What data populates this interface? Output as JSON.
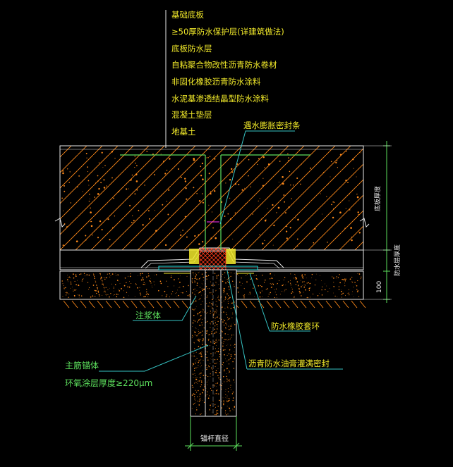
{
  "layer_labels": [
    "基础底板",
    "≥50厚防水保护层(详建筑做法)",
    "底板防水层",
    "自粘聚合物改性沥青防水卷材",
    "非固化橡胶沥青防水涂料",
    "水泥基渗透结晶型防水涂料",
    "混凝土垫层",
    "地基土"
  ],
  "callouts": {
    "water_swelling_strip": "遇水膨胀密封条",
    "grout_body": "注浆体",
    "anchor_ring": "防水橡胶套环",
    "asphalt_seal": "沥青防水油膏灌满密封",
    "rebar_line1": "主筋锚体",
    "rebar_line2": "环氧涂层厚度≥220μm"
  },
  "dimensions": {
    "slab_thickness": "底板厚度",
    "protect_layer": "防水层厚度",
    "cushion": "100",
    "anchor_diameter": "锚杆直径"
  },
  "colors": {
    "background": "#000000",
    "outline": "#e8e8e8",
    "leader": "#36c4c4",
    "label_yellow": "#f2ea2a",
    "label_green": "#5de05d",
    "hatch_orange": "#ff8a1a",
    "seal_red": "#ff3c1a",
    "cyan": "#24e0e0",
    "magenta": "#ff30ff"
  }
}
